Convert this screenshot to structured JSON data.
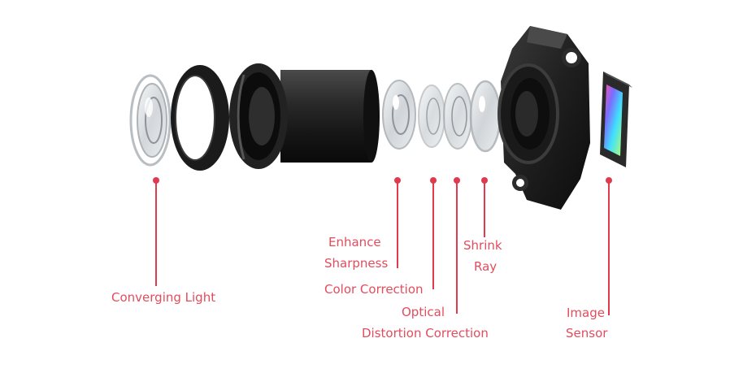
{
  "accent_color": "#e03a4e",
  "labels": {
    "converging": "Converging Light",
    "enhance_1": "Enhance",
    "enhance_2": "Sharpness",
    "color": "Color Correction",
    "optical_1": "Optical",
    "optical_2": "Distortion Correction",
    "shrink_1": "Shrink",
    "shrink_2": "Ray",
    "sensor_1": "Image",
    "sensor_2": "Sensor"
  }
}
